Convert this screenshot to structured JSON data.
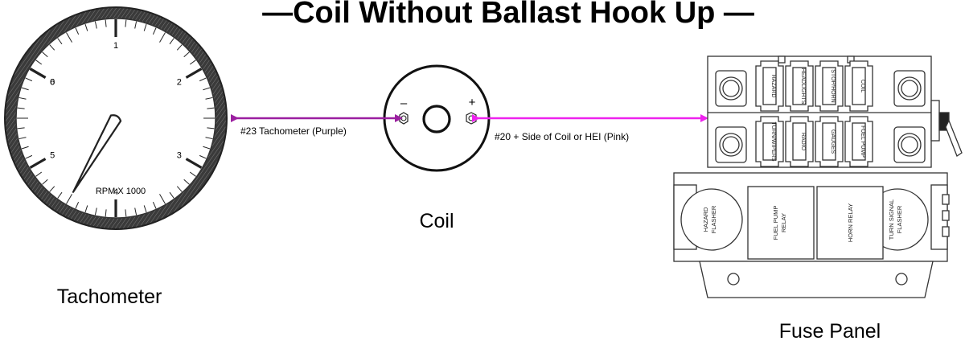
{
  "title": "—Coil Without Ballast Hook Up —",
  "tachometer": {
    "caption": "Tachometer",
    "dial_label": "RPM  X 1000",
    "scale_numbers": [
      "0",
      "1",
      "2",
      "3",
      "4",
      "5",
      "6"
    ],
    "needle_reading": 4.5
  },
  "coil": {
    "caption": "Coil",
    "negative_symbol": "–",
    "positive_symbol": "+"
  },
  "wires": {
    "tach_wire": {
      "label": "#23 Tachometer (Purple)",
      "color": "#9b1fa0"
    },
    "power_wire": {
      "label": "#20 + Side of Coil or HEI (Pink)",
      "color": "#ee22ee"
    }
  },
  "fuse_panel": {
    "caption": "Fuse Panel",
    "fuses_top": [
      "HAZARD",
      "HEADLIGHTS",
      "STOP/HORN",
      "COIL"
    ],
    "fuses_bottom": [
      "TURN/WIPERS",
      "RADIO",
      "GAUGES",
      "FUEL PUMP"
    ],
    "flasher_left": [
      "HAZARD",
      "FLASHER"
    ],
    "relay_fuel": [
      "FUEL PUMP",
      "RELAY"
    ],
    "relay_horn": [
      "HORN RELAY"
    ],
    "flasher_right": [
      "TURN SIGNAL",
      "FLASHER"
    ]
  }
}
